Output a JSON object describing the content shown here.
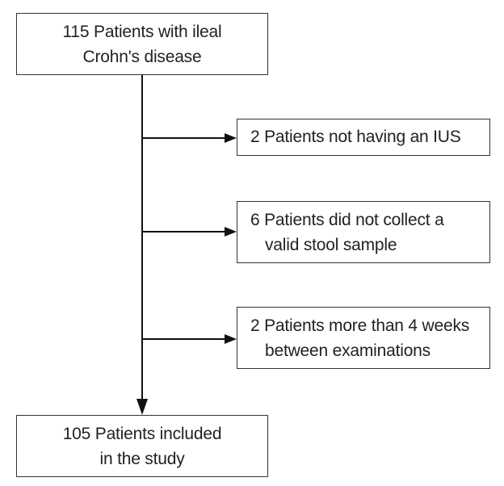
{
  "flowchart": {
    "start": {
      "lines": [
        "115 Patients with ileal",
        "Crohn's disease"
      ]
    },
    "exclusions": [
      {
        "lines": [
          "2 Patients not having an IUS"
        ]
      },
      {
        "lines": [
          "6 Patients did not collect a",
          "valid stool sample"
        ]
      },
      {
        "lines": [
          "2 Patients more than 4 weeks",
          "between examinations"
        ]
      }
    ],
    "end": {
      "lines": [
        "105 Patients included",
        "in the study"
      ]
    }
  },
  "colors": {
    "line": "#111111",
    "border": "#333333",
    "text": "#222222"
  }
}
